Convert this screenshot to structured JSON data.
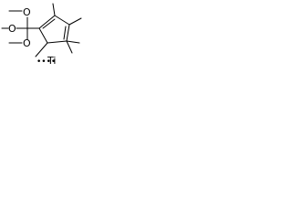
{
  "structure": {
    "oxygen_labels": [
      "O",
      "O",
      "O"
    ],
    "metal_label": "Ti",
    "radical_dots": "••••",
    "bond_color": "#000000"
  }
}
